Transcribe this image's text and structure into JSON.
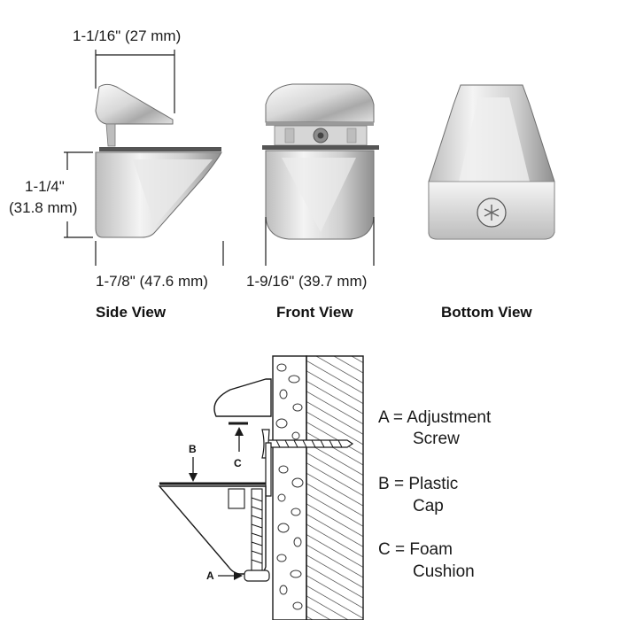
{
  "dimensions": {
    "side_height": "1-1/16\" (27 mm)",
    "side_depth_line1": "1-1/4\"",
    "side_depth_line2": "(31.8 mm)",
    "side_length": "1-7/8\" (47.6 mm)",
    "front_width": "1-9/16\" (39.7 mm)"
  },
  "views": {
    "side": "Side View",
    "front": "Front View",
    "bottom": "Bottom View"
  },
  "callout_letters": {
    "a": "A",
    "b": "B",
    "c": "C"
  },
  "legend": [
    {
      "line1": "A = Adjustment",
      "line2": "Screw"
    },
    {
      "line1": "B = Plastic",
      "line2": "Cap"
    },
    {
      "line1": "C = Foam",
      "line2": "Cushion"
    }
  ],
  "colors": {
    "chrome_light": "#f2f2f2",
    "chrome_mid": "#c9c9c9",
    "chrome_dark": "#8a8a8a",
    "line": "#1a1a1a"
  }
}
